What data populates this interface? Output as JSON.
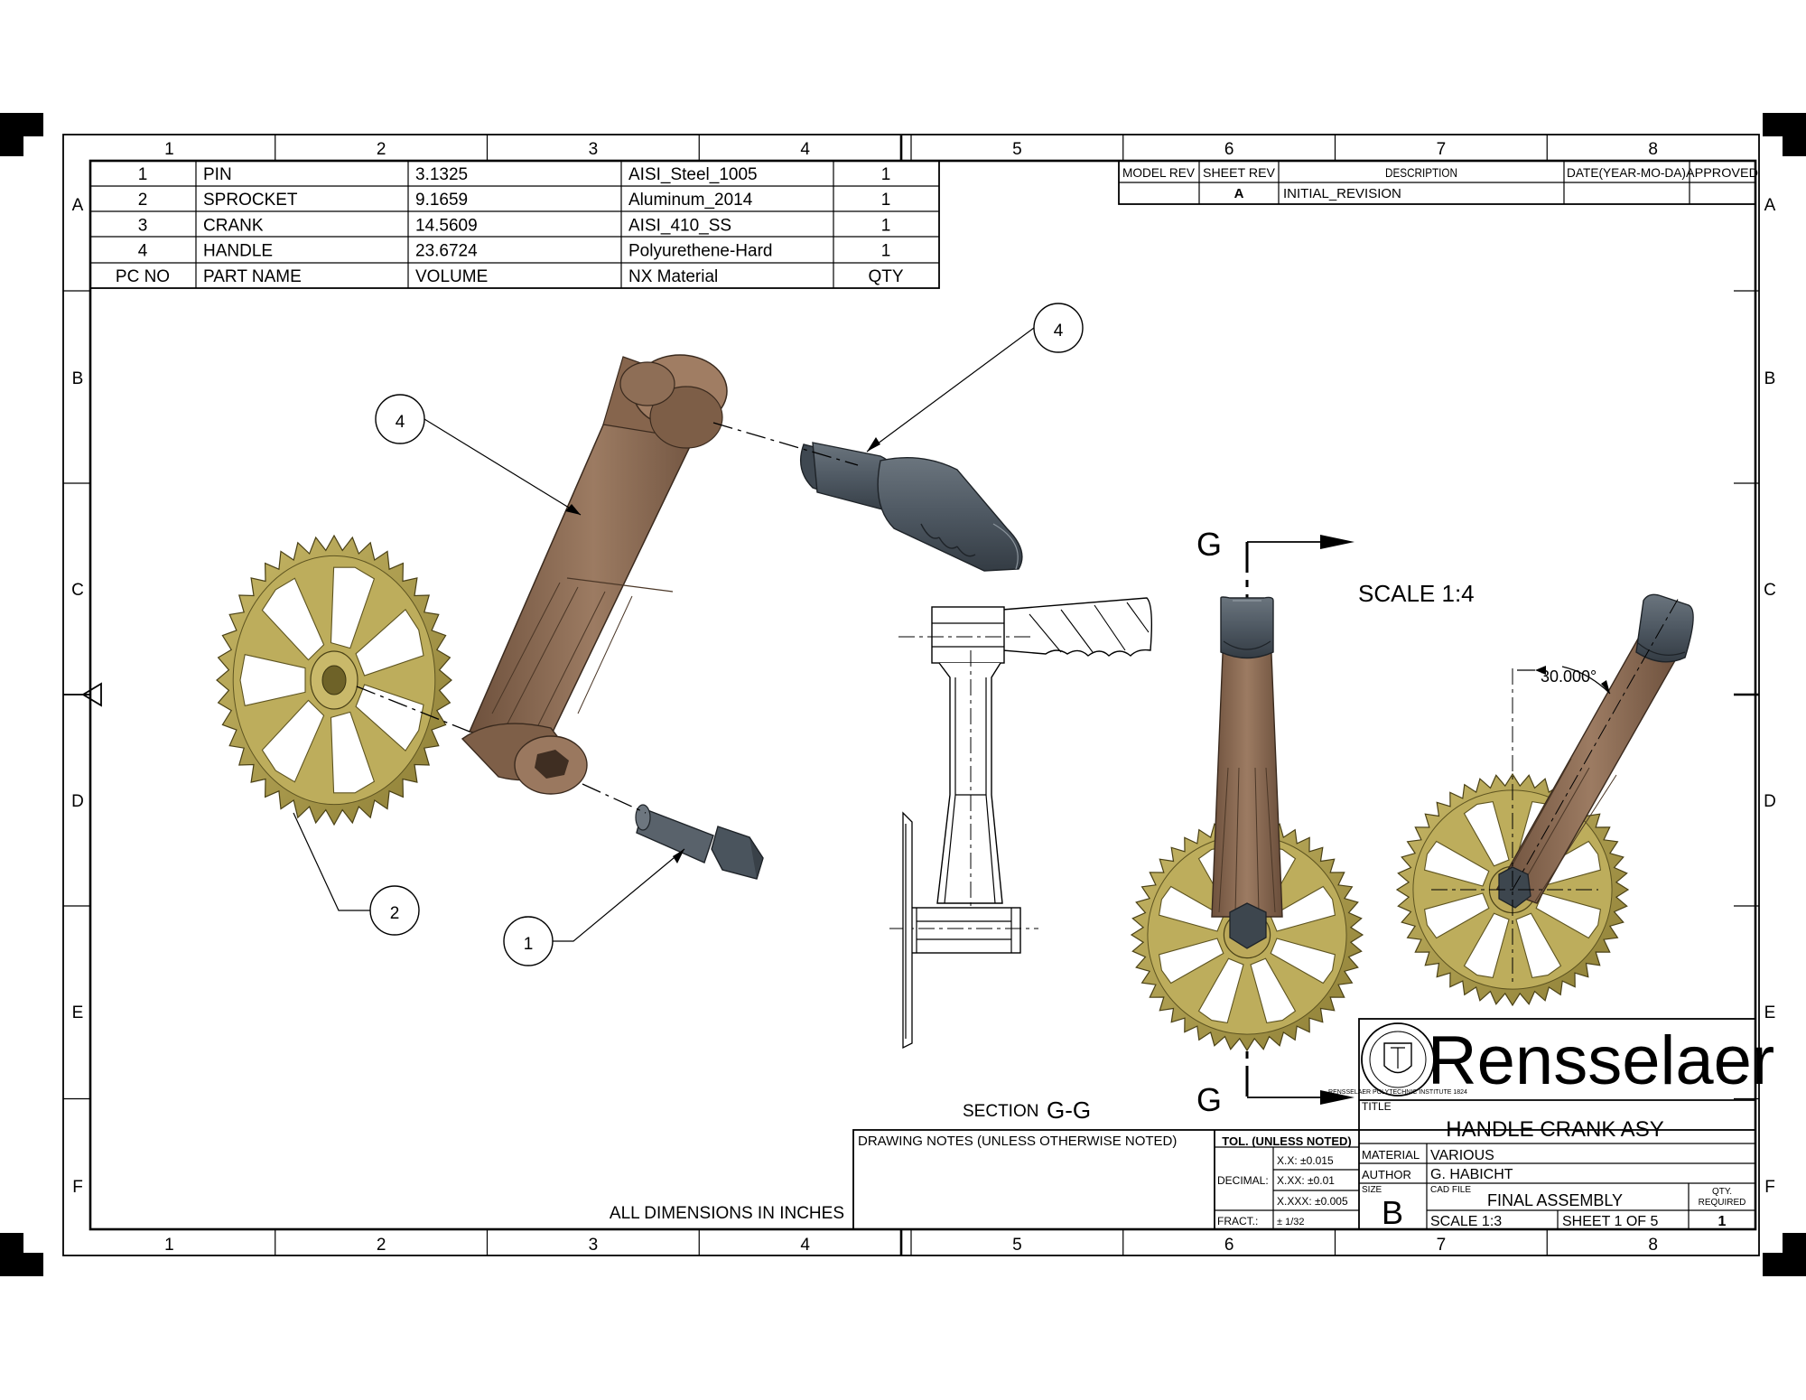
{
  "zone_columns": [
    "1",
    "2",
    "3",
    "4",
    "5",
    "6",
    "7",
    "8"
  ],
  "zone_rows": [
    "A",
    "B",
    "C",
    "D",
    "E",
    "F"
  ],
  "parts_list": {
    "headers": [
      "PC NO",
      "PART NAME",
      "VOLUME",
      "NX Material",
      "QTY"
    ],
    "rows": [
      [
        "1",
        "PIN",
        "3.1325",
        "AISI_Steel_1005",
        "1"
      ],
      [
        "2",
        "SPROCKET",
        "9.1659",
        "Aluminum_2014",
        "1"
      ],
      [
        "3",
        "CRANK",
        "14.5609",
        "AISI_410_SS",
        "1"
      ],
      [
        "4",
        "HANDLE",
        "23.6724",
        "Polyurethene-Hard",
        "1"
      ]
    ]
  },
  "revision_block": {
    "headers": [
      "MODEL REV",
      "SHEET REV",
      "DESCRIPTION",
      "DATE(YEAR-MO-DA)",
      "APPROVED"
    ],
    "rows": [
      [
        "",
        "A",
        "INITIAL_REVISION",
        "",
        ""
      ]
    ]
  },
  "balloons": [
    "4",
    "4",
    "2",
    "1"
  ],
  "section_letter": "G",
  "section_label_prefix": "SECTION",
  "section_label_suffix": "G-G",
  "scale_note": "SCALE 1:4",
  "angle_dimension": "30.000°",
  "all_dimensions_note": "ALL DIMENSIONS IN INCHES",
  "drawing_notes_header": "DRAWING NOTES (UNLESS OTHERWISE NOTED)",
  "tolerance": {
    "header": "TOL. (UNLESS NOTED)",
    "decimal_label": "DECIMAL:",
    "xx": "X.X: ±0.015",
    "xxx": "X.XX: ±0.01",
    "xxxx": "X.XXX: ±0.005",
    "fract_label": "FRACT.:",
    "fract": "± 1/32"
  },
  "title_block": {
    "logo_name": "Rensselaer",
    "seal_text": "RENSSELAER POLYTECHNIC INSTITUTE 1824",
    "title_label": "TITLE",
    "title": "HANDLE CRANK ASY",
    "material_label": "MATERIAL",
    "material": "VARIOUS",
    "author_label": "AUTHOR",
    "author": "G. HABICHT",
    "size_label": "SIZE",
    "size": "B",
    "cad_file_label": "CAD FILE",
    "cad_file": "FINAL ASSEMBLY",
    "qty_label_1": "QTY.",
    "qty_label_2": "REQUIRED",
    "scale": "SCALE   1:3",
    "sheet": "SHEET  1 OF 5",
    "qty": "1"
  },
  "colors": {
    "crank": "#8a6a52",
    "sprocket": "#b3a24e",
    "handle": "#4f5962",
    "pin": "#4a545d"
  }
}
